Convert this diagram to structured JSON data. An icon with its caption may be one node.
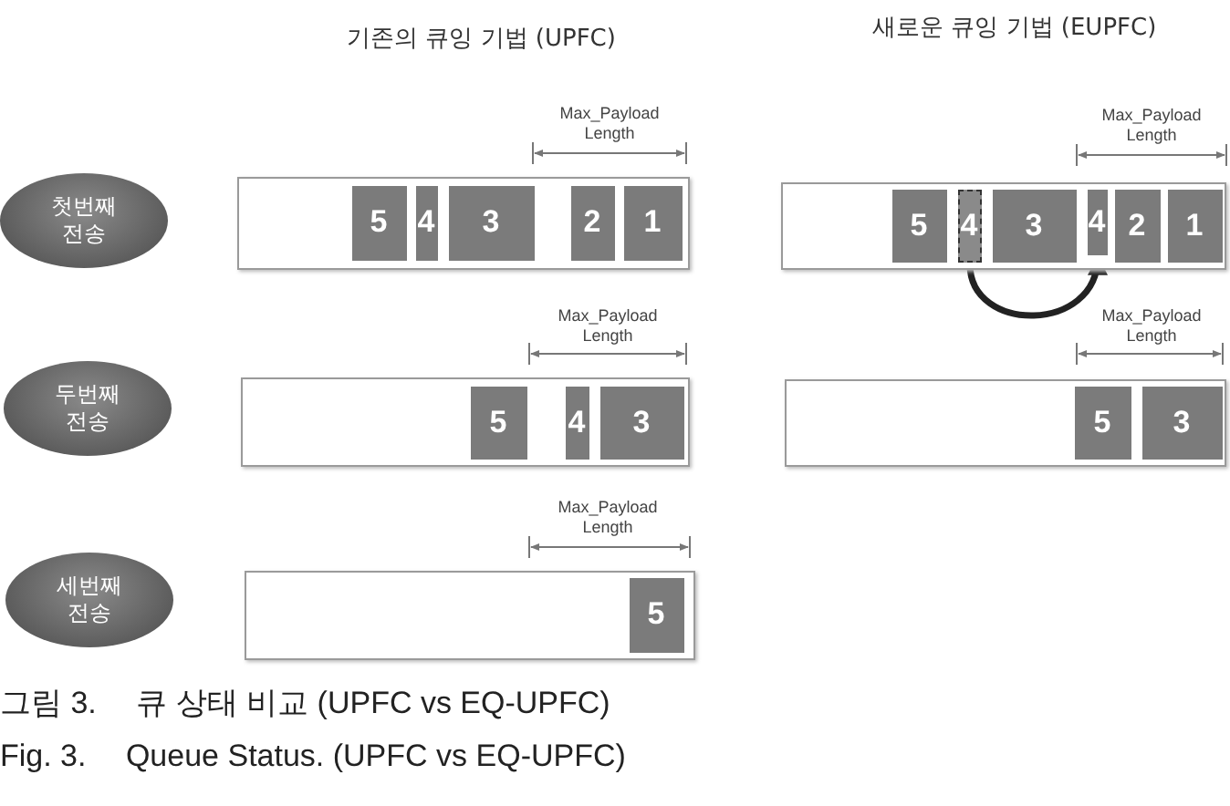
{
  "diagram": {
    "nodes": [
      {
        "text": [
          "첫번째 전송"
        ]
      },
      {
        "text": [],
        "shape": "box"
      },
      {
        "text": [
          "5"
        ],
        "in": 1
      },
      {
        "text": [
          "4"
        ],
        "in": 1
      },
      {
        "text": [
          "3"
        ],
        "in": 1
      },
      {
        "text": [
          "2"
        ],
        "in": 1
      },
      {
        "text": [
          "1"
        ],
        "in": 1
      },
      {
        "text": [],
        "shape": "box"
      },
      {
        "text": [
          "5"
        ],
        "in": 7
      },
      {
        "text": [
          "4"
        ],
        "in": 7
      },
      {
        "text": [
          "3"
        ],
        "in": 7
      },
      {
        "text": [
          "4"
        ],
        "in": 7
      },
      {
        "text": [
          "2"
        ],
        "in": 7
      },
      {
        "text": [
          "1"
        ],
        "in": 7
      },
      {
        "text": [
          "두번째 전송"
        ]
      },
      {
        "text": [],
        "shape": "box"
      },
      {
        "text": [
          "5"
        ],
        "in": 15
      },
      {
        "text": [
          "4"
        ],
        "in": 15
      },
      {
        "text": [
          "3"
        ],
        "in": 15
      },
      {
        "text": [],
        "shape": "box"
      },
      {
        "text": [
          "5"
        ],
        "in": 19
      },
      {
        "text": [
          "3"
        ],
        "in": 19
      },
      {
        "text": [
          "세번째 전송"
        ]
      },
      {
        "text": [],
        "shape": "box"
      },
      {
        "text": [
          "5"
        ],
        "in": 23
      }
    ],
    "edges": [
      {
        "from": 9,
        "to": 11,
        "arrow": "to"
      }
    ],
    "labels": [
      "기존의 큐잉 기법 (UPFC)",
      "새로운 큐잉 기법 (EUPFC)",
      "Max_Payload Length",
      "Max_Payload Length",
      "Max_Payload Length",
      "Max_Payload Length",
      "Max_Payload Length",
      "그림 3.　 큐 상태 비교 (UPFC vs EQ-UPFC)",
      "Fig. 3.　 Queue Status. (UPFC vs EQ-UPFC)"
    ]
  }
}
